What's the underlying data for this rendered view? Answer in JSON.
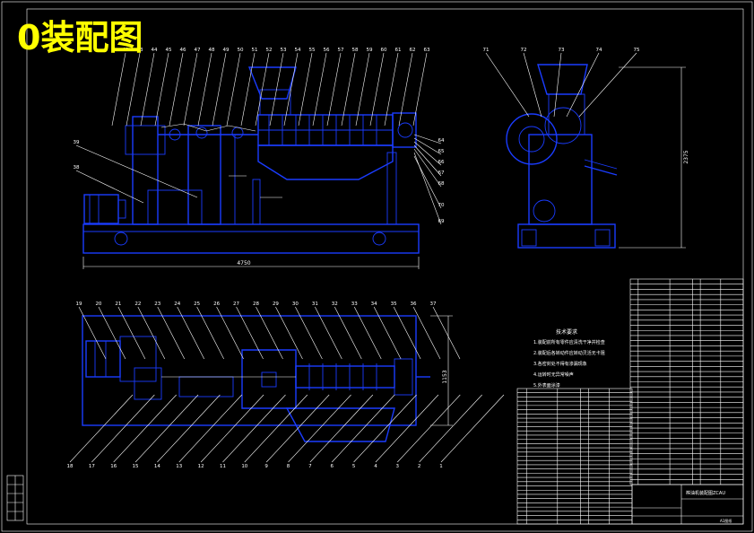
{
  "drawing": {
    "title": "0装配图",
    "dims": {
      "length": "4750",
      "height": "2375",
      "width": "1153"
    },
    "front_balloons": [
      "39",
      "38",
      "42",
      "43",
      "44",
      "45",
      "46",
      "47",
      "48",
      "49",
      "50",
      "51",
      "52",
      "53",
      "54",
      "55",
      "56",
      "57",
      "58",
      "59",
      "60",
      "61",
      "62",
      "63",
      "64",
      "65",
      "66",
      "67",
      "68",
      "69",
      "70"
    ],
    "plan_balloons_top": [
      "19",
      "20",
      "21",
      "22",
      "23",
      "24",
      "25",
      "26",
      "27",
      "28",
      "29",
      "30",
      "31",
      "32",
      "33",
      "34",
      "35",
      "36",
      "37"
    ],
    "plan_balloons_bottom": [
      "18",
      "17",
      "16",
      "15",
      "14",
      "13",
      "12",
      "11",
      "10",
      "9",
      "8",
      "7",
      "6",
      "5",
      "4",
      "3",
      "2",
      "1"
    ],
    "side_balloons": [
      "71",
      "72",
      "73",
      "74",
      "75"
    ],
    "tech_title": "技术要求",
    "tech_lines": [
      "1.装配前所有零件应清洗干净并检查",
      "2.装配后各转动件应转动灵活无卡阻",
      "3.各密封处不得有渗漏现象",
      "4.运转时无异常噪声",
      "5.外表面涂漆"
    ],
    "title_block": {
      "name": "榨油机装配图",
      "school": "ZCAU",
      "code": "A1图纸"
    }
  }
}
